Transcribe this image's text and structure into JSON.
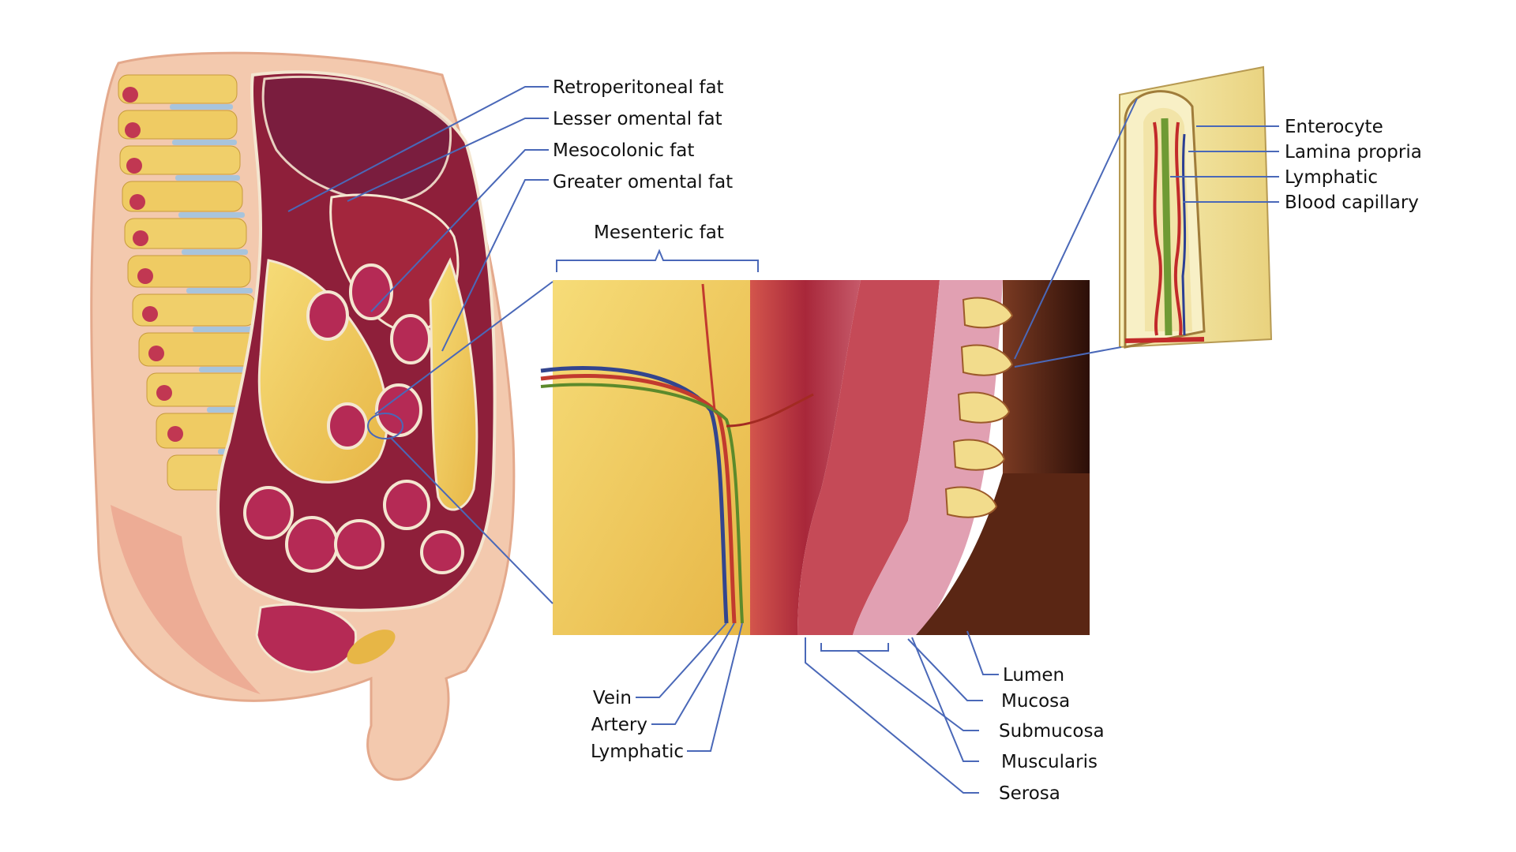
{
  "colors": {
    "leader_line": "#4a68b8",
    "fat_yellow": "#f1d05a",
    "tissue_red": "#b3263f",
    "skin": "#f3c9ae",
    "lumen_dark": "#4a1c10",
    "vein_blue": "#33458e",
    "lymph_green": "#5c8a2b"
  },
  "labels": {
    "retroperitoneal_fat": "Retroperitoneal fat",
    "lesser_omental_fat": "Lesser omental fat",
    "mesocolonic_fat": "Mesocolonic fat",
    "greater_omental_fat": "Greater omental fat",
    "mesenteric_fat": "Mesenteric fat",
    "enterocyte": "Enterocyte",
    "lamina_propria": "Lamina propria",
    "lymphatic_villus": "Lymphatic",
    "blood_capillary": "Blood capillary",
    "vein": "Vein",
    "artery": "Artery",
    "lymphatic_vessel": "Lymphatic",
    "lumen": "Lumen",
    "mucosa": "Mucosa",
    "submucosa": "Submucosa",
    "muscularis": "Muscularis",
    "serosa": "Serosa"
  }
}
